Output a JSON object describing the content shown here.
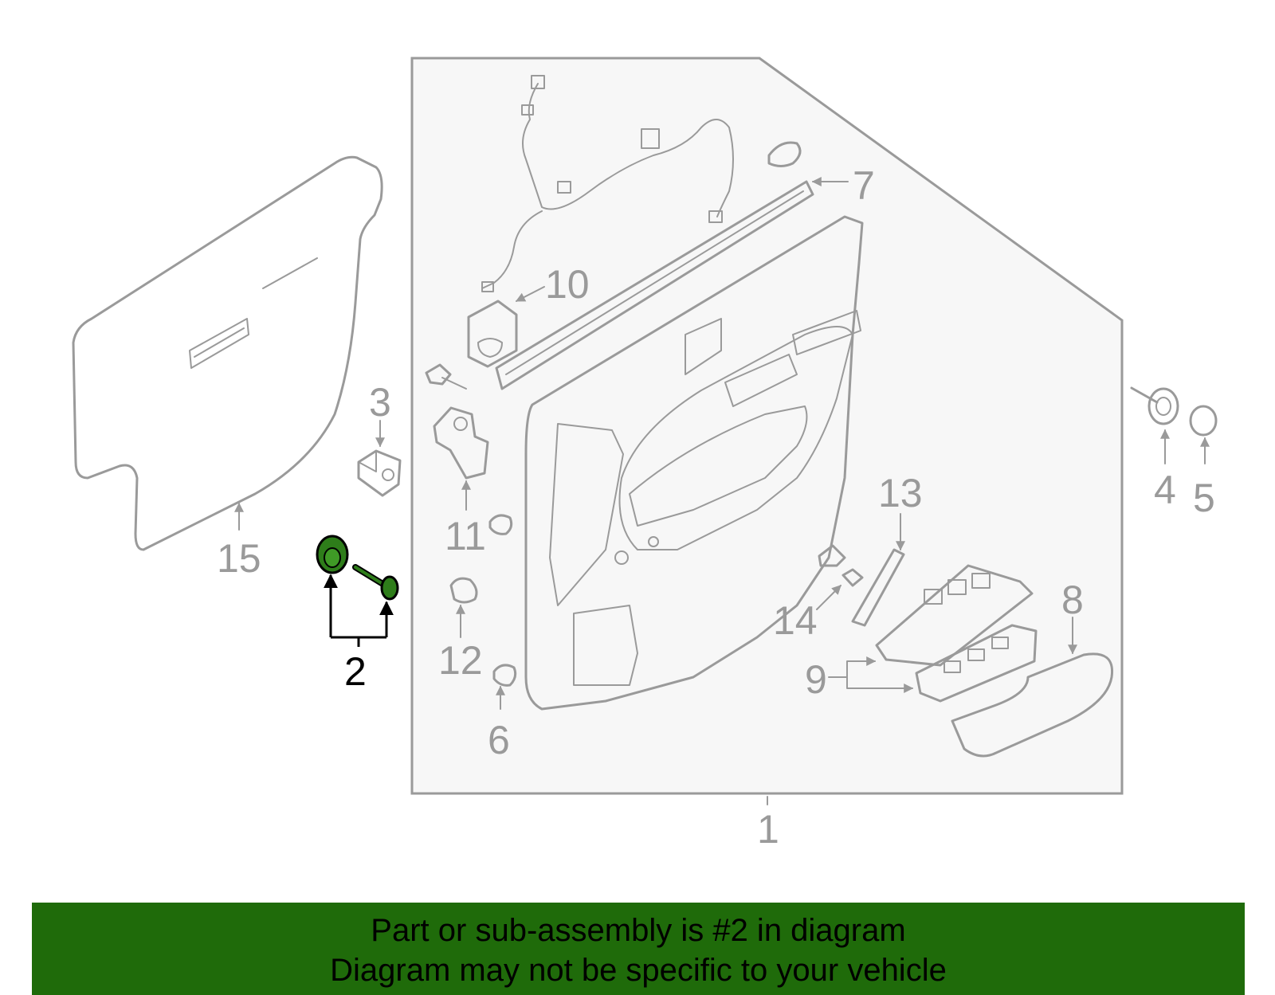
{
  "colors": {
    "line": "#9a9a9a",
    "panel_fill": "#f7f7f7",
    "highlight_fill": "#2e7d1a",
    "highlight_stroke": "#000000",
    "banner_bg": "#1f6b0a",
    "banner_text": "#000000"
  },
  "callouts": {
    "c1": "1",
    "c2": "2",
    "c3": "3",
    "c4": "4",
    "c5": "5",
    "c6": "6",
    "c7": "7",
    "c8": "8",
    "c9": "9",
    "c10": "10",
    "c11": "11",
    "c12": "12",
    "c13": "13",
    "c14": "14",
    "c15": "15"
  },
  "highlighted_part": "2",
  "banner": {
    "line1": "Part or sub-assembly is #2 in diagram",
    "line2": "Diagram may not be specific to your vehicle"
  }
}
